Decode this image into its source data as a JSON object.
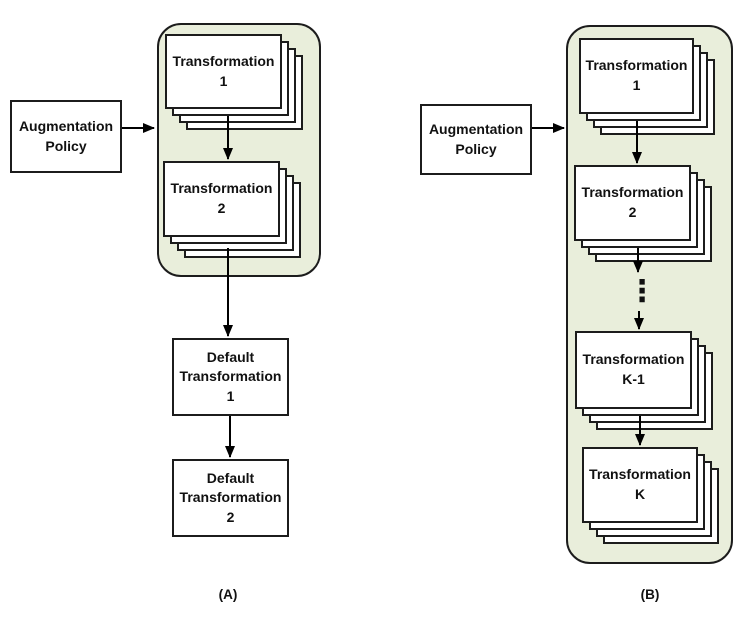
{
  "colors": {
    "group_fill": "#e9eedb",
    "group_border": "#1c1c1c",
    "box_fill": "#ffffff",
    "box_border": "#1c1c1c",
    "arrow": "#000000",
    "background": "#ffffff"
  },
  "diagram_a": {
    "caption": "(A)",
    "policy_box": "Augmentation Policy",
    "stacks": [
      {
        "label": "Transformation 1"
      },
      {
        "label": "Transformation 2"
      }
    ],
    "default_boxes": [
      {
        "label": "Default Transformation 1"
      },
      {
        "label": "Default Transformation 2"
      }
    ]
  },
  "diagram_b": {
    "caption": "(B)",
    "policy_box": "Augmentation Policy",
    "stacks": [
      {
        "label": "Transformation 1"
      },
      {
        "label": "Transformation 2"
      },
      {
        "label": "Transformation K-1"
      },
      {
        "label": "Transformation K"
      }
    ],
    "ellipsis": "⋮"
  }
}
